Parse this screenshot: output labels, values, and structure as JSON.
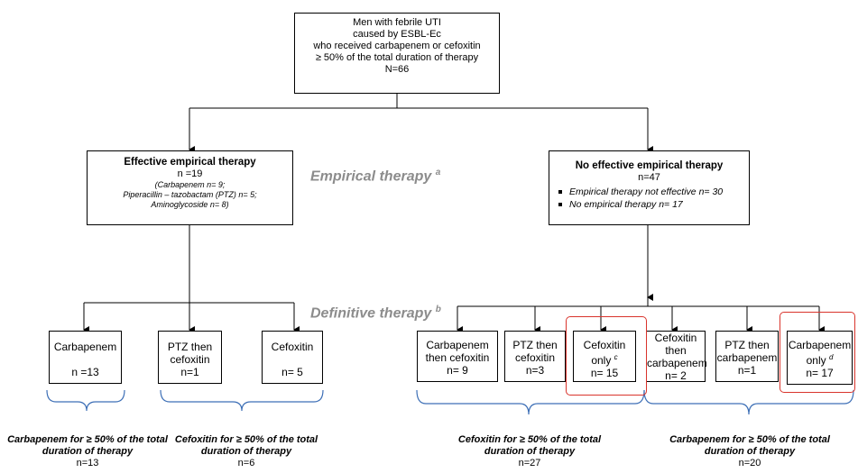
{
  "root": {
    "line1": "Men with febrile UTI",
    "line2": "caused by ESBL-Ec",
    "line3": "who received carbapenem or cefoxitin",
    "line4": "≥ 50% of the total duration of therapy",
    "n": "N=66"
  },
  "labels": {
    "empirical": "Empirical therapy",
    "empirical_sup": "a",
    "definitive": "Definitive therapy",
    "definitive_sup": "b"
  },
  "effective": {
    "title": "Effective empirical therapy",
    "n": "n =19",
    "detail1": "(Carbapenem n= 9;",
    "detail2": "Piperacillin – tazobactam (PTZ) n= 5;",
    "detail3": "Aminoglycoside n= 8)"
  },
  "not_effective": {
    "title": "No effective empirical therapy",
    "n": "n=47",
    "bullets": [
      "Empirical therapy not effective n= 30",
      "No empirical therapy n= 17"
    ]
  },
  "definitive": {
    "carbapenem": {
      "line1": "Carbapenem",
      "n": "n =13"
    },
    "ptz_cefoxitin": {
      "line1": "PTZ then",
      "line2": "cefoxitin",
      "n": "n=1"
    },
    "cefoxitin": {
      "line1": "Cefoxitin",
      "n": "n= 5"
    },
    "carb_then_cef": {
      "line1": "Carbapenem",
      "line2": "then cefoxitin",
      "n": "n= 9"
    },
    "ptz_cef_right": {
      "line1": "PTZ then",
      "line2": "cefoxitin",
      "n": "n=3"
    },
    "cef_only": {
      "line1": "Cefoxitin",
      "line2": "only",
      "sup": "c",
      "n": "n= 15"
    },
    "cef_then_carb": {
      "line1": "Cefoxitin",
      "line2": "then",
      "line3": "carbapenem",
      "n": "n= 2"
    },
    "ptz_carb": {
      "line1": "PTZ then",
      "line2": "carbapenem",
      "n": "n=1"
    },
    "carb_only": {
      "line1": "Carbapenem",
      "line2": "only",
      "sup": "d",
      "n": "n= 17"
    }
  },
  "summaries": {
    "s1": {
      "line1": "Carbapenem for ≥ 50% of the total",
      "line2": "duration of therapy",
      "n": "n=13"
    },
    "s2": {
      "line1": "Cefoxitin for ≥ 50% of the total",
      "line2": "duration of therapy",
      "n": "n=6"
    },
    "s3": {
      "line1": "Cefoxitin for ≥ 50% of the total",
      "line2": "duration of  therapy",
      "n": "n=27"
    },
    "s4": {
      "line1": "Carbapenem for ≥ 50% of the total",
      "line2": "duration of  therapy",
      "n": "n=20"
    }
  },
  "colors": {
    "line": "#000000",
    "brace": "#3d6fb6",
    "highlight": "#d9342c",
    "label": "#8c8c8c"
  }
}
